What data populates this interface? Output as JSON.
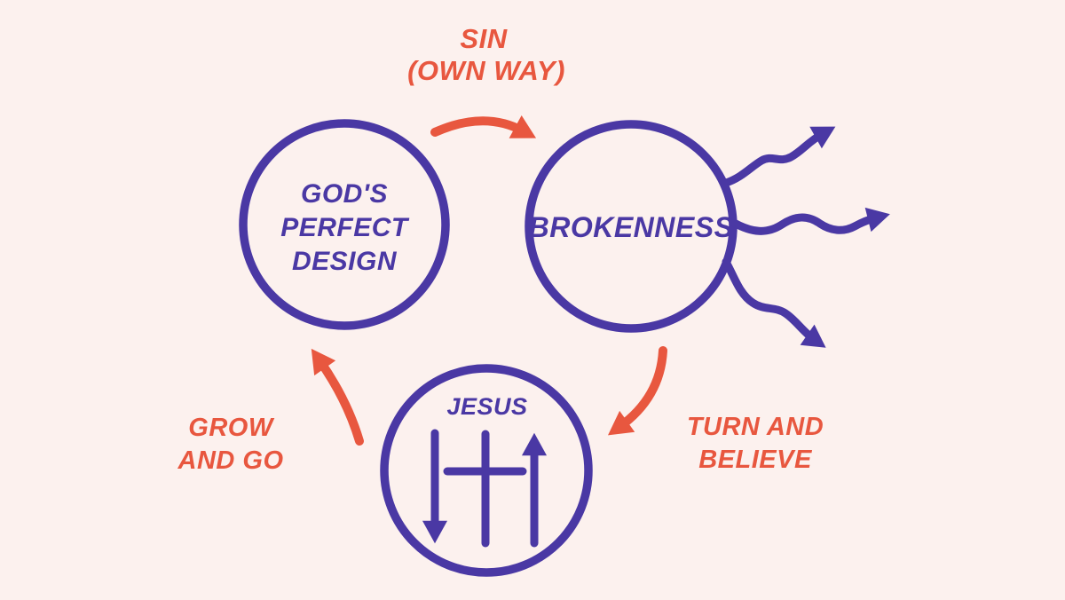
{
  "colors": {
    "background": "#fcf1ee",
    "purple": "#4a38a4",
    "orange": "#e8573f"
  },
  "diagram": {
    "sin_label": {
      "line1": "SIN",
      "line2": "(OWN WAY)"
    },
    "design_circle": {
      "line1": "GOD'S",
      "line2": "PERFECT",
      "line3": "DESIGN"
    },
    "brokenness_circle": {
      "label": "BROKENNESS"
    },
    "jesus_circle": {
      "label": "JESUS"
    },
    "turn_label": {
      "line1": "TURN AND",
      "line2": "BELIEVE"
    },
    "grow_label": {
      "line1": "GROW",
      "line2": "AND GO"
    },
    "icons": {
      "sin_arrow": "curved-arrow-right",
      "turn_arrow": "curved-arrow-down-left",
      "grow_arrow": "curved-arrow-up-left",
      "brokenness_arrows": "three-wavy-scatter-arrows",
      "jesus_symbol": "down-arrow-cross-up-arrow"
    }
  }
}
